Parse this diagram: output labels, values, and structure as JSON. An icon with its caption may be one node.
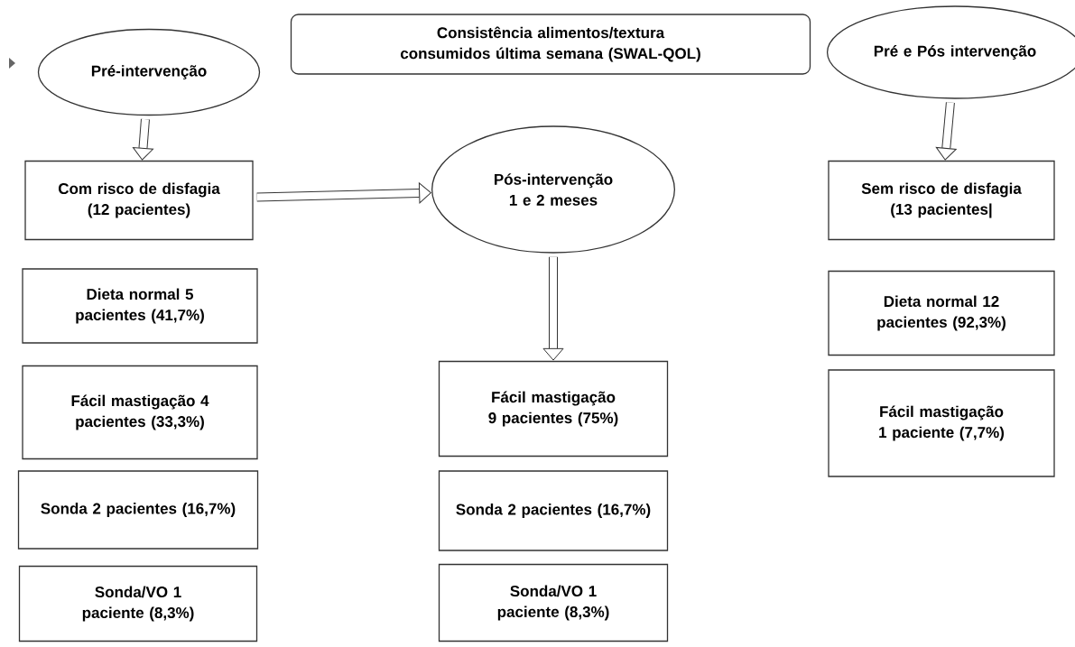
{
  "diagram": {
    "nodes": [
      {
        "text": [
          "Pré-intervenção"
        ]
      },
      {
        "text": [
          "Consistência alimentos/textura consumidos última semana (SWAL-QOL)"
        ]
      },
      {
        "text": [
          "Pré e Pós intervenção"
        ]
      },
      {
        "text": [
          "Com risco de disfagia (12 pacientes)"
        ]
      },
      {
        "text": [
          "Pós-intervenção 1 e 2 meses"
        ]
      },
      {
        "text": [
          "Sem risco de disfagia (13 pacientes|"
        ]
      },
      {
        "text": [
          "Dieta normal 5 pacientes (41,7%)"
        ]
      },
      {
        "text": [
          "Dieta normal 12 pacientes (92,3%)"
        ]
      },
      {
        "text": [
          "Fácil mastigação 4 pacientes (33,3%)"
        ]
      },
      {
        "text": [
          "Fácil mastigação 9 pacientes (75%)"
        ]
      },
      {
        "text": [
          "Fácil mastigação 1 paciente (7,7%)"
        ]
      },
      {
        "text": [
          "Sonda 2 pacientes (16,7%)"
        ]
      },
      {
        "text": [
          "Sonda 2 pacientes (16,7%)"
        ]
      },
      {
        "text": [
          "Sonda/VO 1 paciente (8,3%)"
        ]
      },
      {
        "text": [
          "Sonda/VO 1 paciente (8,3%)"
        ]
      }
    ],
    "edges": [
      {
        "from": 0,
        "to": 3,
        "arrow": "to"
      },
      {
        "from": 3,
        "to": 4,
        "arrow": "to"
      },
      {
        "from": 2,
        "to": 5,
        "arrow": "to"
      },
      {
        "from": 4,
        "to": 9,
        "arrow": "to"
      }
    ]
  }
}
